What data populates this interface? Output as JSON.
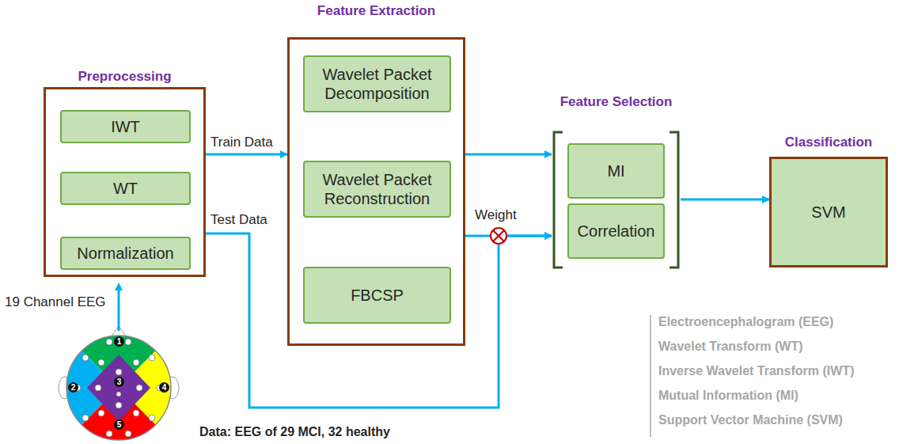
{
  "diagram": {
    "nodes": [
      {
        "text": [
          "Preprocessing"
        ]
      },
      {
        "text": [
          "IWT"
        ],
        "in": 0
      },
      {
        "text": [
          "WT"
        ],
        "in": 0
      },
      {
        "text": [
          "Normalization"
        ],
        "in": 0
      },
      {
        "text": [
          "Feature Extraction"
        ]
      },
      {
        "text": [
          "Wavelet Packet Decomposition"
        ],
        "in": 4
      },
      {
        "text": [
          "Wavelet Packet Reconstruction"
        ],
        "in": 4
      },
      {
        "text": [
          "FBCSP"
        ],
        "in": 4
      },
      {
        "text": [
          "Feature Selection"
        ]
      },
      {
        "text": [
          "MI"
        ],
        "in": 8
      },
      {
        "text": [
          "Correlation"
        ],
        "in": 8
      },
      {
        "text": [
          "Classification",
          "SVM"
        ]
      }
    ],
    "edges": [
      {
        "from": 3,
        "to": 2,
        "arrow": "to"
      },
      {
        "from": 2,
        "to": 1,
        "arrow": "to"
      },
      {
        "from": 0,
        "to": 4,
        "label": "Train Data",
        "arrow": "to"
      },
      {
        "from": 5,
        "to": 6,
        "arrow": "to"
      },
      {
        "from": 6,
        "to": 7,
        "arrow": "to"
      },
      {
        "from": 4,
        "to": 8,
        "arrow": "to"
      },
      {
        "from": 4,
        "to": 8,
        "label": "Weight",
        "arrow": "to"
      },
      {
        "from": 0,
        "to": 8,
        "label": "Test Data",
        "arrow": "to"
      },
      {
        "from": 8,
        "to": 11,
        "arrow": "to"
      }
    ],
    "labels": [
      "19 Channel EEG",
      "Data: EEG of 29 MCI, 32 healthy",
      "1",
      "2",
      "3",
      "4",
      "5",
      "Electroencephalogram (EEG)",
      "Wavelet Transform (WT)",
      "Inverse Wavelet Transform (IWT)",
      "Mutual Information (MI)",
      "Support Vector Machine (SVM)"
    ]
  }
}
